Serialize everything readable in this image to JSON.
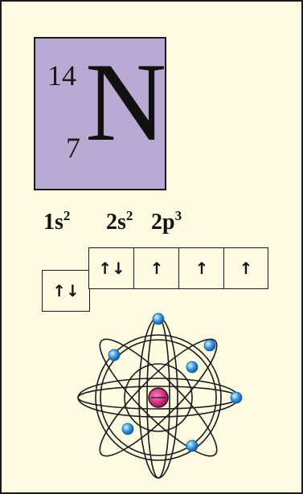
{
  "element": {
    "mass_number": "14",
    "atomic_number": "7",
    "symbol": "N",
    "box_color": "#b9aad3"
  },
  "configuration": [
    {
      "shell": "1s",
      "electrons": "2"
    },
    {
      "shell": "2s",
      "electrons": "2"
    },
    {
      "shell": "2p",
      "electrons": "3"
    }
  ],
  "orbitals": [
    {
      "subshell": "1s",
      "arrows": "↑↓"
    },
    {
      "subshell": "2s",
      "arrows": "↑↓"
    },
    {
      "subshell": "2p",
      "arrows": "↑"
    },
    {
      "subshell": "2p",
      "arrows": "↑"
    },
    {
      "subshell": "2p",
      "arrows": "↑"
    }
  ],
  "atom_model": {
    "nucleus_color": "#e0157a",
    "electron_color": "#3d9be0",
    "electron_count": 7,
    "background_color": "#fdfbe2"
  }
}
